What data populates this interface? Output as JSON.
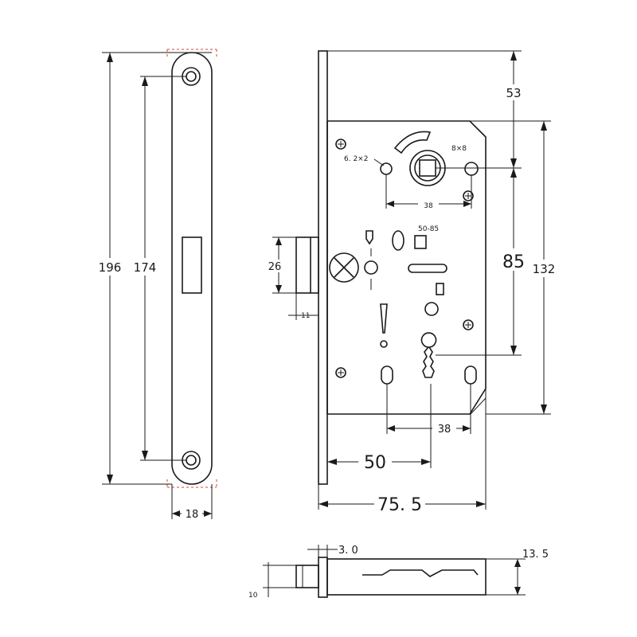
{
  "faceplate": {
    "height_total": "196",
    "hole_spacing": "174",
    "width": "18"
  },
  "lock_body": {
    "backset_top": "53",
    "spindle_to_key": "85",
    "body_height": "132",
    "spindle_hole_spacing": "38",
    "key_hole_spacing": "38",
    "backset": "50",
    "overall_depth": "75. 5",
    "latch_height": "26",
    "latch_projection": "11",
    "screw_callout": "6. 2×2",
    "spindle_size": "8×8",
    "model_mark": "50-85"
  },
  "bottom_view": {
    "plate_thickness": "3. 0",
    "latch_width": "10",
    "body_thickness": "13. 5"
  }
}
